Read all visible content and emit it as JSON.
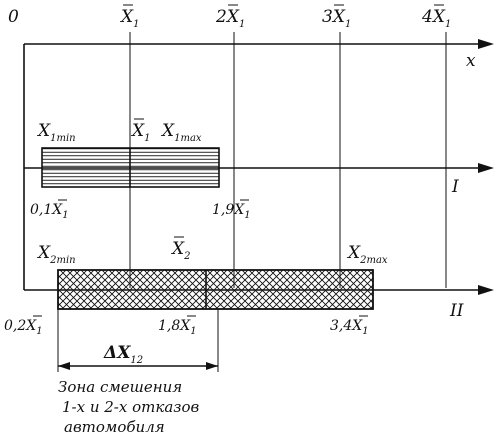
{
  "axis": {
    "origin_label": "0",
    "ticks": [
      {
        "main": "X",
        "sub": "1",
        "coef": ""
      },
      {
        "main": "X",
        "sub": "1",
        "coef": "2"
      },
      {
        "main": "X",
        "sub": "1",
        "coef": "3"
      },
      {
        "main": "X",
        "sub": "1",
        "coef": "4"
      }
    ],
    "var_label": "x"
  },
  "line1": {
    "label": "I",
    "min": {
      "main": "X",
      "sub": "1min"
    },
    "mean": {
      "main": "X",
      "sub": "1"
    },
    "max": {
      "main": "X",
      "sub": "1max"
    },
    "left_value": {
      "coef": "0,1",
      "main": "X",
      "sub": "1"
    },
    "right_value": {
      "coef": "1,9",
      "main": "X",
      "sub": "1"
    }
  },
  "line2": {
    "label": "II",
    "min": {
      "main": "X",
      "sub": "2min"
    },
    "mean": {
      "main": "X",
      "sub": "2"
    },
    "max": {
      "main": "X",
      "sub": "2max"
    },
    "left_value": {
      "coef": "0,2",
      "main": "X",
      "sub": "1"
    },
    "mid_value": {
      "coef": "1,8",
      "main": "X",
      "sub": "1"
    },
    "right_value": {
      "coef": "3,4",
      "main": "X",
      "sub": "1"
    }
  },
  "overlap": {
    "label": {
      "main": "ΔX",
      "sub": "12"
    },
    "caption": [
      "Зона смешения",
      "1-х и 2-х отказов",
      "автомобиля"
    ]
  }
}
